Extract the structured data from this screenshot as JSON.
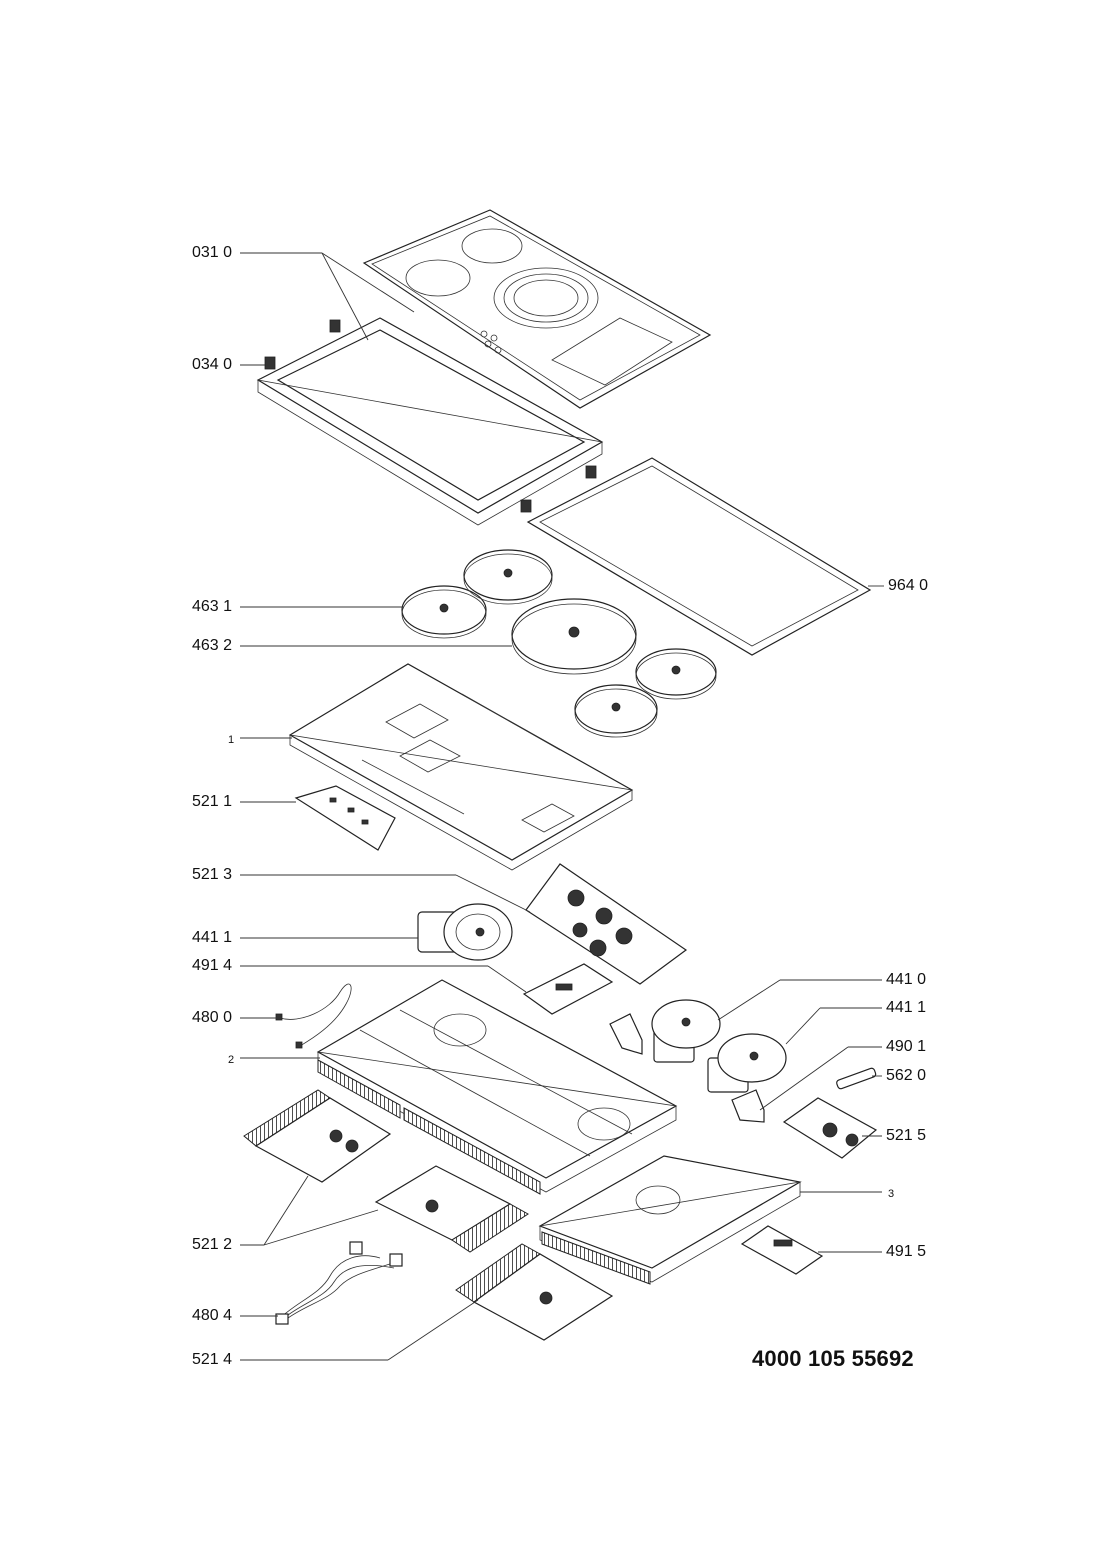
{
  "document_number": "4000 105 55692",
  "labels": [
    {
      "id": "l-031-0",
      "text": "031 0"
    },
    {
      "id": "l-034-0",
      "text": "034 0"
    },
    {
      "id": "l-964-0",
      "text": "964 0"
    },
    {
      "id": "l-463-1",
      "text": "463 1"
    },
    {
      "id": "l-463-2",
      "text": "463 2"
    },
    {
      "id": "l-1",
      "text": "1"
    },
    {
      "id": "l-521-1",
      "text": "521 1"
    },
    {
      "id": "l-521-3",
      "text": "521 3"
    },
    {
      "id": "l-441-1a",
      "text": "441 1"
    },
    {
      "id": "l-491-4",
      "text": "491 4"
    },
    {
      "id": "l-441-0",
      "text": "441 0"
    },
    {
      "id": "l-441-1b",
      "text": "441 1"
    },
    {
      "id": "l-480-0",
      "text": "480 0"
    },
    {
      "id": "l-490-1",
      "text": "490 1"
    },
    {
      "id": "l-562-0",
      "text": "562 0"
    },
    {
      "id": "l-2",
      "text": "2"
    },
    {
      "id": "l-521-5",
      "text": "521 5"
    },
    {
      "id": "l-3",
      "text": "3"
    },
    {
      "id": "l-521-2",
      "text": "521 2"
    },
    {
      "id": "l-491-5",
      "text": "491 5"
    },
    {
      "id": "l-480-4",
      "text": "480 4"
    },
    {
      "id": "l-521-4",
      "text": "521 4"
    }
  ]
}
